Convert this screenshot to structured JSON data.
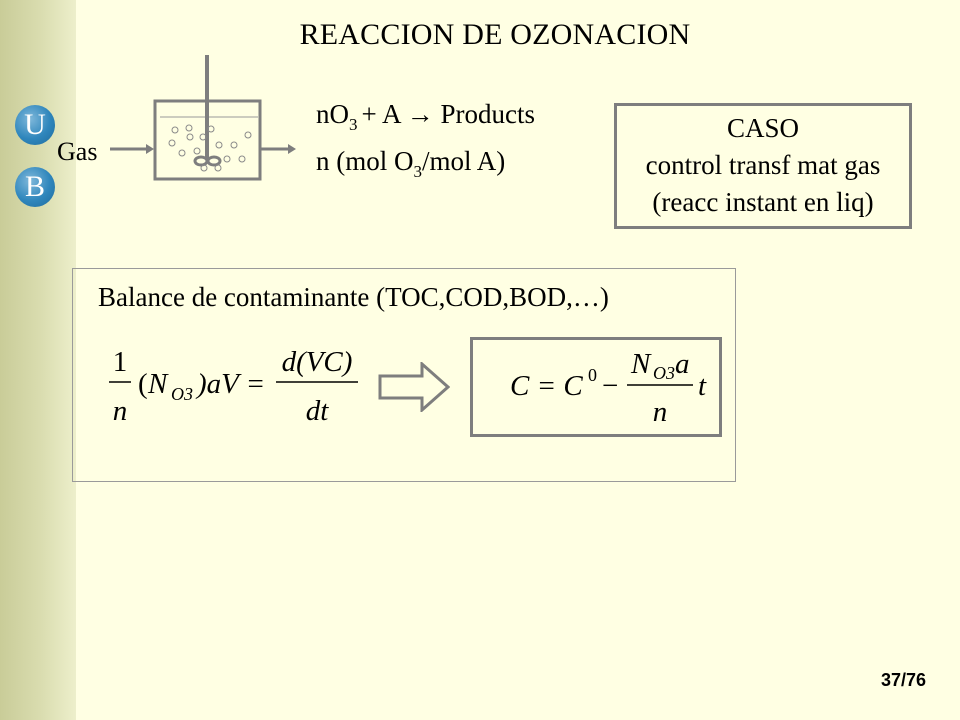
{
  "slide": {
    "title": "REACCION DE OZONACION",
    "page_number": "37/76"
  },
  "logo": {
    "letter_top": "U",
    "letter_bottom": "B"
  },
  "reactor": {
    "gas_label": "Gas"
  },
  "reaction": {
    "line1_n": "nO",
    "line1_sub": "3",
    "line1_rest": "+ A → Products",
    "line2_pre": "n (mol O",
    "line2_sub": "3",
    "line2_post": "/mol A)"
  },
  "caso": {
    "line1": "CASO",
    "line2": "control transf mat gas",
    "line3": "(reacc instant en liq)"
  },
  "balance": {
    "label": "Balance de contaminante (TOC,COD,BOD,…)",
    "equation": {
      "frac_num": "1",
      "frac_den": "n",
      "open_paren": "(",
      "N": "N",
      "N_sub": "O3",
      "close_rest": ")aV =",
      "rhs_num": "d(VC)",
      "rhs_den": "dt"
    },
    "result": {
      "lhs": "C = C",
      "sup": "0",
      "minus": "−",
      "num_N": "N",
      "num_sub": "O3",
      "num_a": "a",
      "den": "n",
      "t": "t"
    }
  }
}
